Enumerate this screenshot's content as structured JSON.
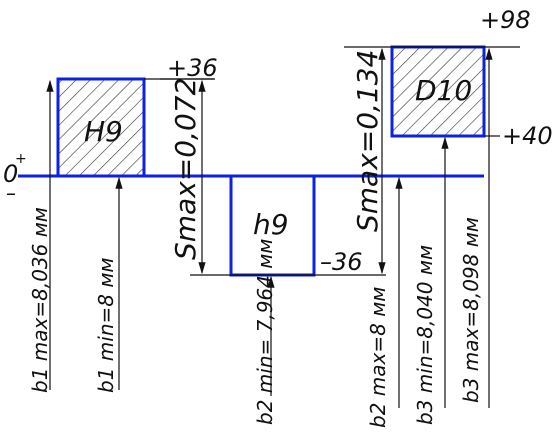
{
  "diagram": {
    "zero_line": {
      "zero_label": "0",
      "plus_sign": "+",
      "minus_sign": "–"
    },
    "colors": {
      "zone_outline": "#0b21e6",
      "lines": "#111111",
      "hatch": "#333333"
    },
    "zones": {
      "H9": {
        "label": "H9",
        "upper_label": "+36",
        "lower_label": ""
      },
      "h9": {
        "label": "h9",
        "upper_label": "",
        "lower_label": "–36"
      },
      "D10": {
        "label": "D10",
        "upper_label": "+98",
        "lower_label": "+40"
      }
    },
    "clearances": {
      "smax_1": "Smax=0,072",
      "smax_2": "Smax=0,134"
    },
    "sizes": {
      "b1_max": "b1 max=8,036 мм",
      "b1_min": "b1 min=8 мм",
      "b2_min": "b2 min= 7,964 мм",
      "b2_max": "b2 max=8 мм",
      "b3_min": "b3 min=8,040 мм",
      "b3_max": "b3 max=8,098 мм"
    }
  }
}
